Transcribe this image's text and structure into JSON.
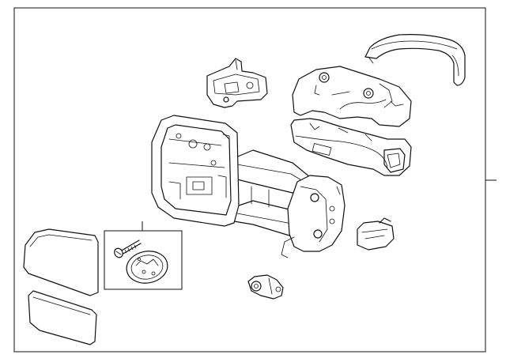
{
  "diagram": {
    "colors": {
      "line": "#111111",
      "background": "#ffffff"
    },
    "parts": [
      {
        "name": "mirror-cap-cover"
      },
      {
        "name": "upper-housing-cover"
      },
      {
        "name": "lower-housing-cover"
      },
      {
        "name": "mirror-bracket"
      },
      {
        "name": "mirror-glass-frame"
      },
      {
        "name": "mirror-arm-assembly"
      },
      {
        "name": "pivot-base"
      },
      {
        "name": "turn-signal-lamp"
      },
      {
        "name": "puddle-lamp-socket"
      },
      {
        "name": "upper-mirror-glass"
      },
      {
        "name": "lower-mirror-glass"
      },
      {
        "name": "screw"
      },
      {
        "name": "motor-cap"
      }
    ]
  }
}
